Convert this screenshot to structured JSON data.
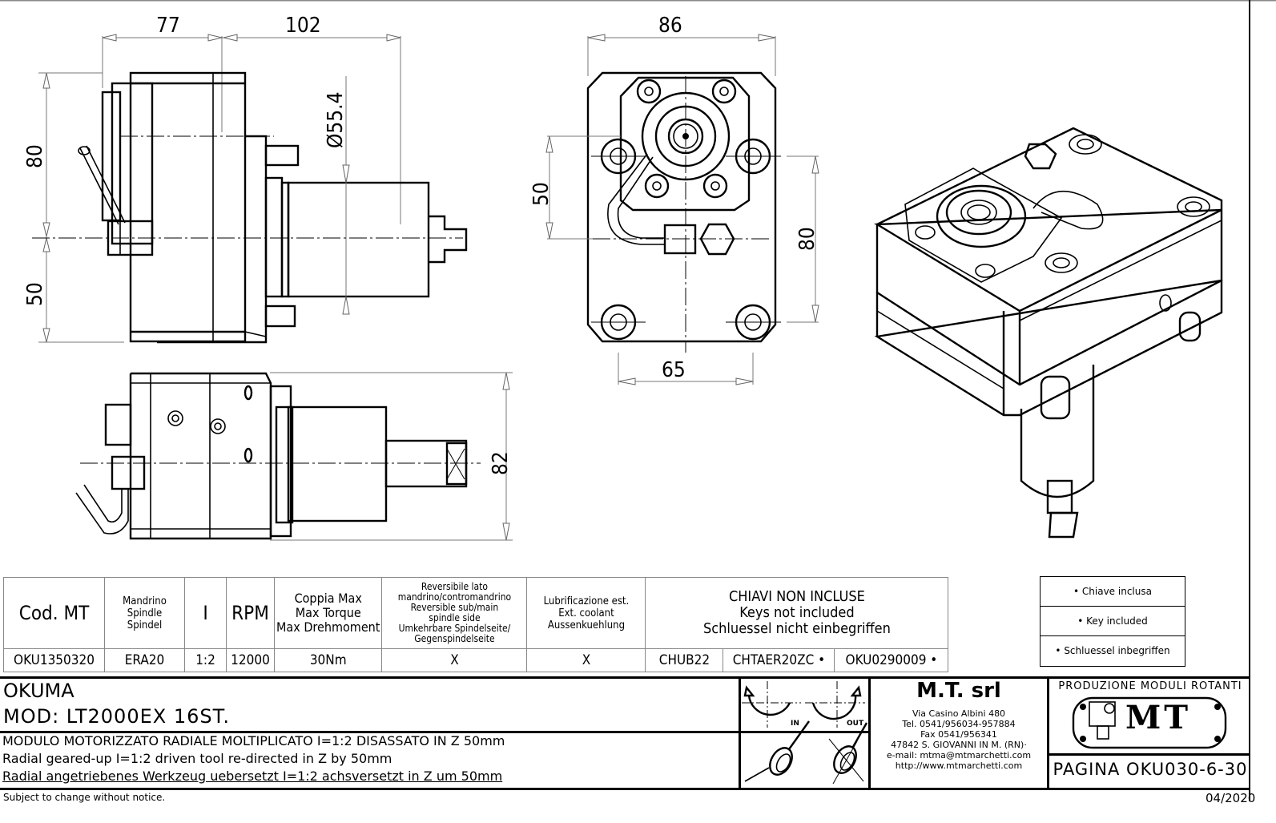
{
  "drawing": {
    "side_view": {
      "dim_width_body": "77",
      "dim_length_spindle": "102",
      "dim_diameter": "Ø55.4",
      "dim_height_top": "80",
      "dim_height_bottom": "50"
    },
    "front_view": {
      "dim_width": "86",
      "dim_hole_spacing": "65",
      "dim_offset_left": "50",
      "dim_hole_vertical": "80"
    },
    "bottom_view": {
      "dim_height": "82"
    }
  },
  "spec_table": {
    "headers": {
      "code": "Cod. MT",
      "spindle": [
        "Mandrino",
        "Spindle",
        "Spindel"
      ],
      "ratio": "I",
      "rpm": "RPM",
      "torque": [
        "Coppia Max",
        "Max Torque",
        "Max Drehmoment"
      ],
      "reversible": [
        "Reversibile lato",
        "mandrino/contromandrino",
        "Reversible sub/main",
        "spindle side",
        "Umkehrbare Spindelseite/",
        "Gegenspindelseite"
      ],
      "coolant": [
        "Lubrificazione est.",
        "Ext. coolant",
        "Aussenkuehlung"
      ],
      "keys": [
        "CHIAVI NON INCLUSE",
        "Keys not included",
        "Schluessel nicht einbegriffen"
      ]
    },
    "row": {
      "code": "OKU1350320",
      "spindle": "ERA20",
      "ratio": "1:2",
      "rpm": "12000",
      "torque": "30Nm",
      "reversible": "X",
      "coolant": "X",
      "key1": "CHUB22",
      "key2": "CHTAER20ZC •",
      "key3": "OKU0290009 •"
    }
  },
  "legend": [
    "• Chiave inclusa",
    "• Key included",
    "• Schluessel inbegriffen"
  ],
  "title_block": {
    "machine_brand": "OKUMA",
    "model": "MOD: LT2000EX 16ST.",
    "description_it": "MODULO MOTORIZZATO RADIALE MOLTIPLICATO I=1:2 DISASSATO IN Z 50mm",
    "description_en": "Radial geared-up I=1:2 driven tool re-directed in Z by 50mm",
    "description_de": "Radial angetriebenes Werkzeug uebersetzt I=1:2 achsversetzt in Z um 50mm",
    "rotation_in": "IN",
    "rotation_out": "OUT",
    "company": {
      "name": "M.T. srl",
      "address": "Via Casino Albini 480",
      "tel": "Tel. 0541/956034-957884",
      "fax": "Fax 0541/956341",
      "city": "47842 S. GIOVANNI IN M. (RN)·",
      "email": "e-mail: mtma@mtmarchetti.com",
      "web": "http://www.mtmarchetti.com"
    },
    "production_label": "PRODUZIONE MODULI ROTANTI",
    "logo_text": "MT",
    "page": "PAGINA OKU030-6-30"
  },
  "footer": {
    "notice": "Subject to change without notice.",
    "date": "04/2020"
  }
}
